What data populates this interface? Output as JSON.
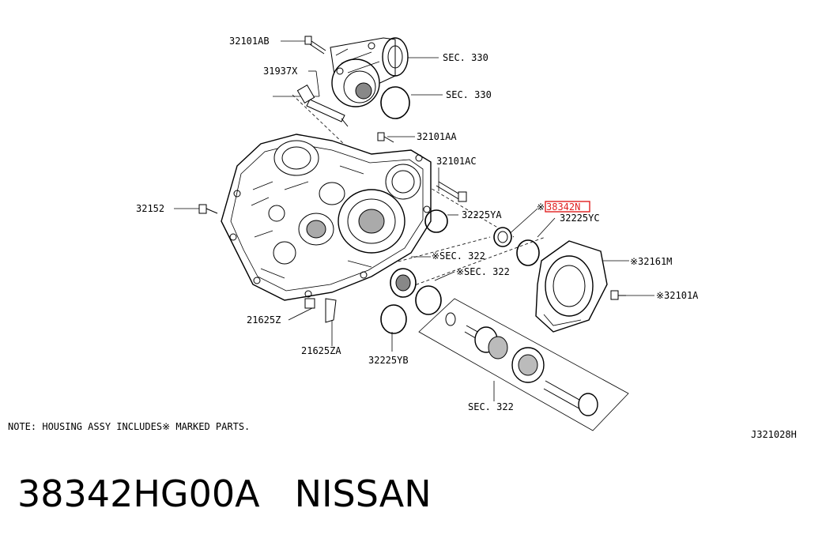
{
  "labels": {
    "l_32101AB": "32101AB",
    "l_sec330a": "SEC. 330",
    "l_31937X": "31937X",
    "l_sec330b": "SEC. 330",
    "l_32101AA": "32101AA",
    "l_32101AC": "32101AC",
    "l_32152": "32152",
    "l_38342N": "38342N",
    "l_32225YA": "32225YA",
    "l_32225YC": "32225YC",
    "l_sec322a": "※SEC. 322",
    "l_sec322b": "※SEC. 322",
    "l_32161M": "※32161M",
    "l_32101A": "※32101A",
    "l_21625Z": "21625Z",
    "l_21625ZA": "21625ZA",
    "l_32225YB": "32225YB",
    "l_sec322c": "SEC. 322",
    "mark_38342": "※"
  },
  "note": "NOTE: HOUSING ASSY INCLUDES※ MARKED PARTS.",
  "diagram_code": "J321028H",
  "part_number": "38342HG00A",
  "brand": "NISSAN",
  "colors": {
    "highlight": "#e02020",
    "ink": "#000000"
  }
}
